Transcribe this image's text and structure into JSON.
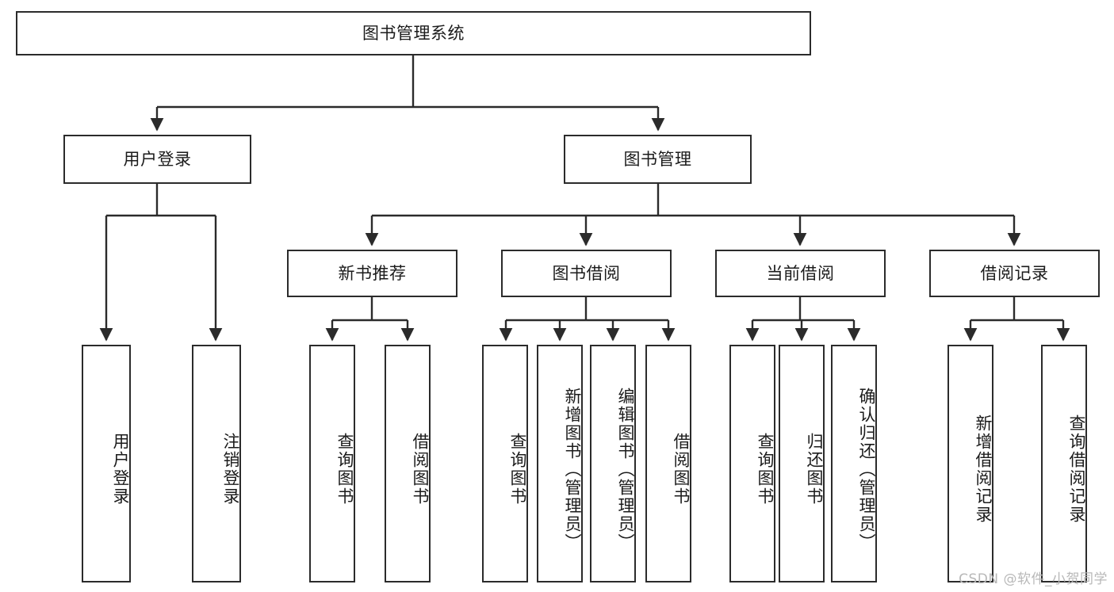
{
  "diagram": {
    "title": "图书管理系统",
    "type": "tree",
    "watermark": "CSDN @软件_小贺同学",
    "accent_color": "#2b2b2b",
    "background_color": "#ffffff",
    "root": {
      "id": "root",
      "label": "图书管理系统"
    },
    "level2": [
      {
        "id": "user-login",
        "label": "用户登录"
      },
      {
        "id": "book-manage",
        "label": "图书管理"
      }
    ],
    "level3": [
      {
        "id": "new-book-recommend",
        "label": "新书推荐",
        "parent": "book-manage"
      },
      {
        "id": "book-borrow",
        "label": "图书借阅",
        "parent": "book-manage"
      },
      {
        "id": "current-borrow",
        "label": "当前借阅",
        "parent": "book-manage"
      },
      {
        "id": "borrow-record",
        "label": "借阅记录",
        "parent": "book-manage"
      }
    ],
    "leaves": [
      {
        "id": "leaf-user-login",
        "label": "用户登录",
        "parent": "user-login"
      },
      {
        "id": "leaf-logout-login",
        "label": "注销登录",
        "parent": "user-login"
      },
      {
        "id": "leaf-query-book-1",
        "label": "查询图书",
        "parent": "new-book-recommend"
      },
      {
        "id": "leaf-borrow-book-1",
        "label": "借阅图书",
        "parent": "new-book-recommend"
      },
      {
        "id": "leaf-query-book-2",
        "label": "查询图书",
        "parent": "book-borrow"
      },
      {
        "id": "leaf-add-book",
        "label": "新增图书（管理员）",
        "parent": "book-borrow"
      },
      {
        "id": "leaf-edit-book",
        "label": "编辑图书（管理员）",
        "parent": "book-borrow"
      },
      {
        "id": "leaf-borrow-book-2",
        "label": "借阅图书",
        "parent": "book-borrow"
      },
      {
        "id": "leaf-query-book-3",
        "label": "查询图书",
        "parent": "current-borrow"
      },
      {
        "id": "leaf-return-book",
        "label": "归还图书",
        "parent": "current-borrow"
      },
      {
        "id": "leaf-confirm-return",
        "label": "确认归还（管理员）",
        "parent": "current-borrow"
      },
      {
        "id": "leaf-add-record",
        "label": "新增借阅记录",
        "parent": "borrow-record"
      },
      {
        "id": "leaf-query-record",
        "label": "查询借阅记录",
        "parent": "borrow-record"
      }
    ]
  }
}
